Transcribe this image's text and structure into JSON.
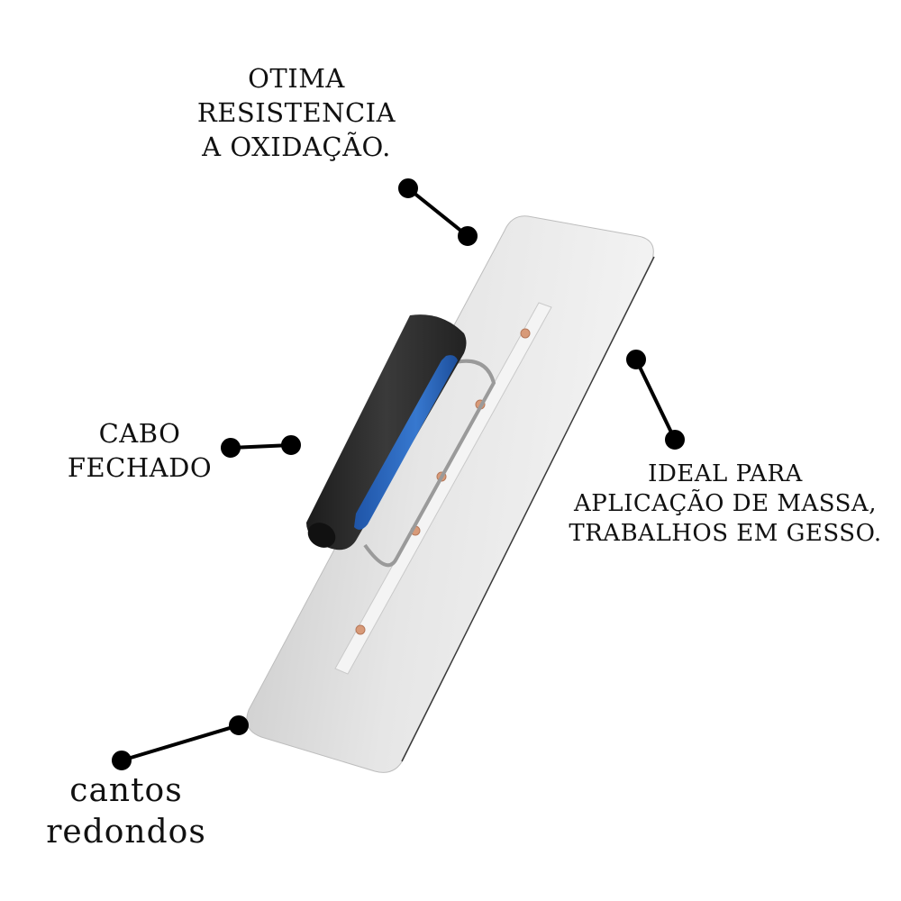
{
  "product": {
    "name": "trowel",
    "colors": {
      "plate": "#d9d9d9",
      "plate_highlight": "#f0f0f0",
      "handle": "#2a2a2a",
      "handle_insert": "#2f6fc4",
      "rivet": "#d89a78",
      "connector": "#000000"
    }
  },
  "callouts": {
    "oxidation": {
      "lines": [
        "OTIMA",
        "RESISTENCIA",
        "A OXIDAÇÃO."
      ]
    },
    "handle": {
      "lines": [
        "CABO",
        "FECHADO"
      ]
    },
    "usage": {
      "lines": [
        "IDEAL PARA",
        "APLICAÇÃO DE MASSA,",
        "TRABALHOS EM GESSO."
      ]
    },
    "corners": {
      "lines": [
        "cantos",
        "redondos"
      ]
    }
  }
}
